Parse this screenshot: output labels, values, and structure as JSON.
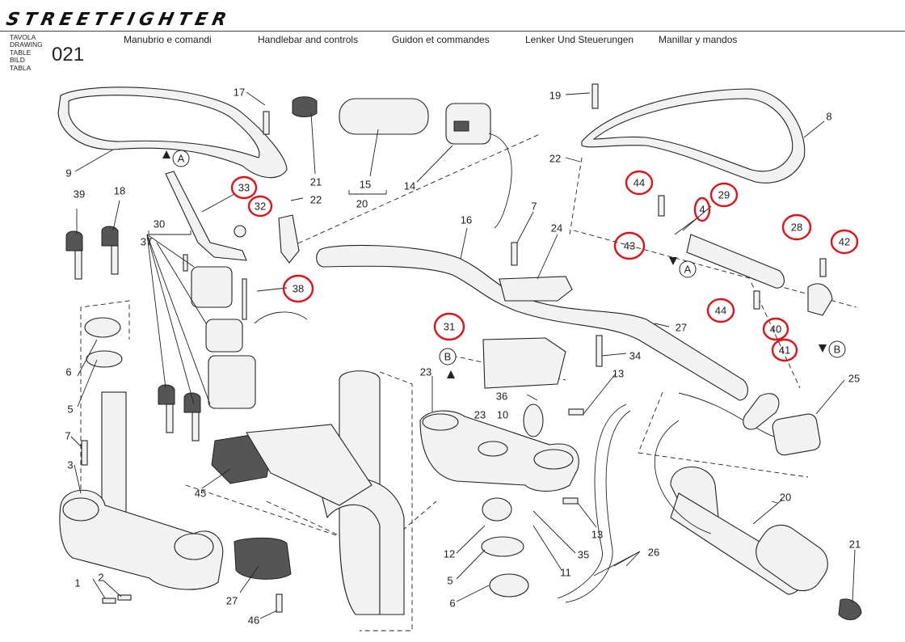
{
  "header": {
    "brand": "STREETFIGHTER",
    "table_labels": [
      "TAVOLA",
      "DRAWING",
      "TABLE",
      "BILD",
      "TABLA"
    ],
    "table_number": "021",
    "titles": [
      "Manubrio e comandi",
      "Handlebar and controls",
      "Guidon et commandes",
      "Lenker Und Steuerungen",
      "Manillar y mandos"
    ]
  },
  "diagram": {
    "callouts": [
      {
        "id": "c17",
        "text": "17"
      },
      {
        "id": "c9",
        "text": "9"
      },
      {
        "id": "cA1",
        "text": "A"
      },
      {
        "id": "c33",
        "text": "33",
        "highlight": true
      },
      {
        "id": "c32",
        "text": "32",
        "highlight": true
      },
      {
        "id": "c22a",
        "text": "22"
      },
      {
        "id": "c21a",
        "text": "21"
      },
      {
        "id": "c15",
        "text": "15"
      },
      {
        "id": "c20a",
        "text": "20"
      },
      {
        "id": "c14",
        "text": "14"
      },
      {
        "id": "c19",
        "text": "19"
      },
      {
        "id": "c8",
        "text": "8"
      },
      {
        "id": "c22b",
        "text": "22"
      },
      {
        "id": "c44a",
        "text": "44",
        "highlight": true
      },
      {
        "id": "c29",
        "text": "29",
        "highlight": true
      },
      {
        "id": "c4",
        "text": "4",
        "highlight": true
      },
      {
        "id": "c43",
        "text": "43",
        "highlight": true
      },
      {
        "id": "cA2",
        "text": "A"
      },
      {
        "id": "c28",
        "text": "28",
        "highlight": true
      },
      {
        "id": "c42",
        "text": "42",
        "highlight": true
      },
      {
        "id": "c44b",
        "text": "44",
        "highlight": true
      },
      {
        "id": "c40",
        "text": "40",
        "highlight": true
      },
      {
        "id": "c41",
        "text": "41",
        "highlight": true
      },
      {
        "id": "cB1",
        "text": "B"
      },
      {
        "id": "c39",
        "text": "39"
      },
      {
        "id": "c18",
        "text": "18"
      },
      {
        "id": "c30",
        "text": "30"
      },
      {
        "id": "c37",
        "text": "37"
      },
      {
        "id": "c38",
        "text": "38",
        "highlight": true
      },
      {
        "id": "c16",
        "text": "16"
      },
      {
        "id": "c7a",
        "text": "7"
      },
      {
        "id": "c24",
        "text": "24"
      },
      {
        "id": "c31",
        "text": "31",
        "highlight": true
      },
      {
        "id": "cB2",
        "text": "B"
      },
      {
        "id": "c27a",
        "text": "27"
      },
      {
        "id": "c34",
        "text": "34"
      },
      {
        "id": "c13a",
        "text": "13"
      },
      {
        "id": "c6a",
        "text": "6"
      },
      {
        "id": "c5a",
        "text": "5"
      },
      {
        "id": "c7b",
        "text": "7"
      },
      {
        "id": "c3",
        "text": "3"
      },
      {
        "id": "c1",
        "text": "1"
      },
      {
        "id": "c2",
        "text": "2"
      },
      {
        "id": "c45",
        "text": "45"
      },
      {
        "id": "c27b",
        "text": "27"
      },
      {
        "id": "c46",
        "text": "46"
      },
      {
        "id": "c23a",
        "text": "23"
      },
      {
        "id": "c36",
        "text": "36"
      },
      {
        "id": "c23b",
        "text": "23"
      },
      {
        "id": "c10",
        "text": "10"
      },
      {
        "id": "c12",
        "text": "12"
      },
      {
        "id": "c5b",
        "text": "5"
      },
      {
        "id": "c6b",
        "text": "6"
      },
      {
        "id": "c35",
        "text": "35"
      },
      {
        "id": "c11",
        "text": "11"
      },
      {
        "id": "c13b",
        "text": "13"
      },
      {
        "id": "c26",
        "text": "26"
      },
      {
        "id": "c25",
        "text": "25"
      },
      {
        "id": "c20b",
        "text": "20"
      },
      {
        "id": "c21b",
        "text": "21"
      }
    ]
  },
  "colors": {
    "highlight_circle": "#e0121a",
    "line_art": "#222222",
    "background": "#ffffff"
  }
}
